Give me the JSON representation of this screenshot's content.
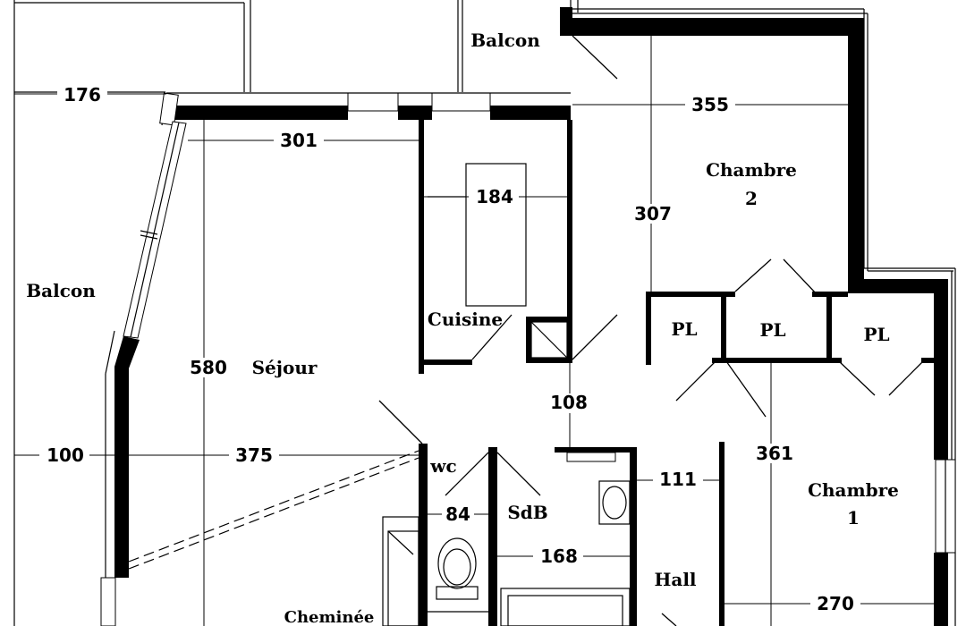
{
  "rooms": {
    "balcon_top": "Balcon",
    "balcon_left": "Balcon",
    "chambre2_line1": "Chambre",
    "chambre2_line2": "2",
    "chambre1_line1": "Chambre",
    "chambre1_line2": "1",
    "cuisine": "Cuisine",
    "sejour": "Séjour",
    "pl_1": "PL",
    "pl_2": "PL",
    "pl_3": "PL",
    "wc": "wc",
    "sdb": "SdB",
    "hall": "Hall",
    "cheminee": "Cheminée"
  },
  "dimensions": {
    "d176": "176",
    "d355": "355",
    "d301": "301",
    "d184": "184",
    "d307": "307",
    "d580": "580",
    "d108": "108",
    "d100": "100",
    "d375": "375",
    "d361": "361",
    "d111": "111",
    "d84": "84",
    "d168": "168",
    "d270": "270"
  },
  "colors": {
    "wall": "#000000",
    "background": "#ffffff"
  }
}
